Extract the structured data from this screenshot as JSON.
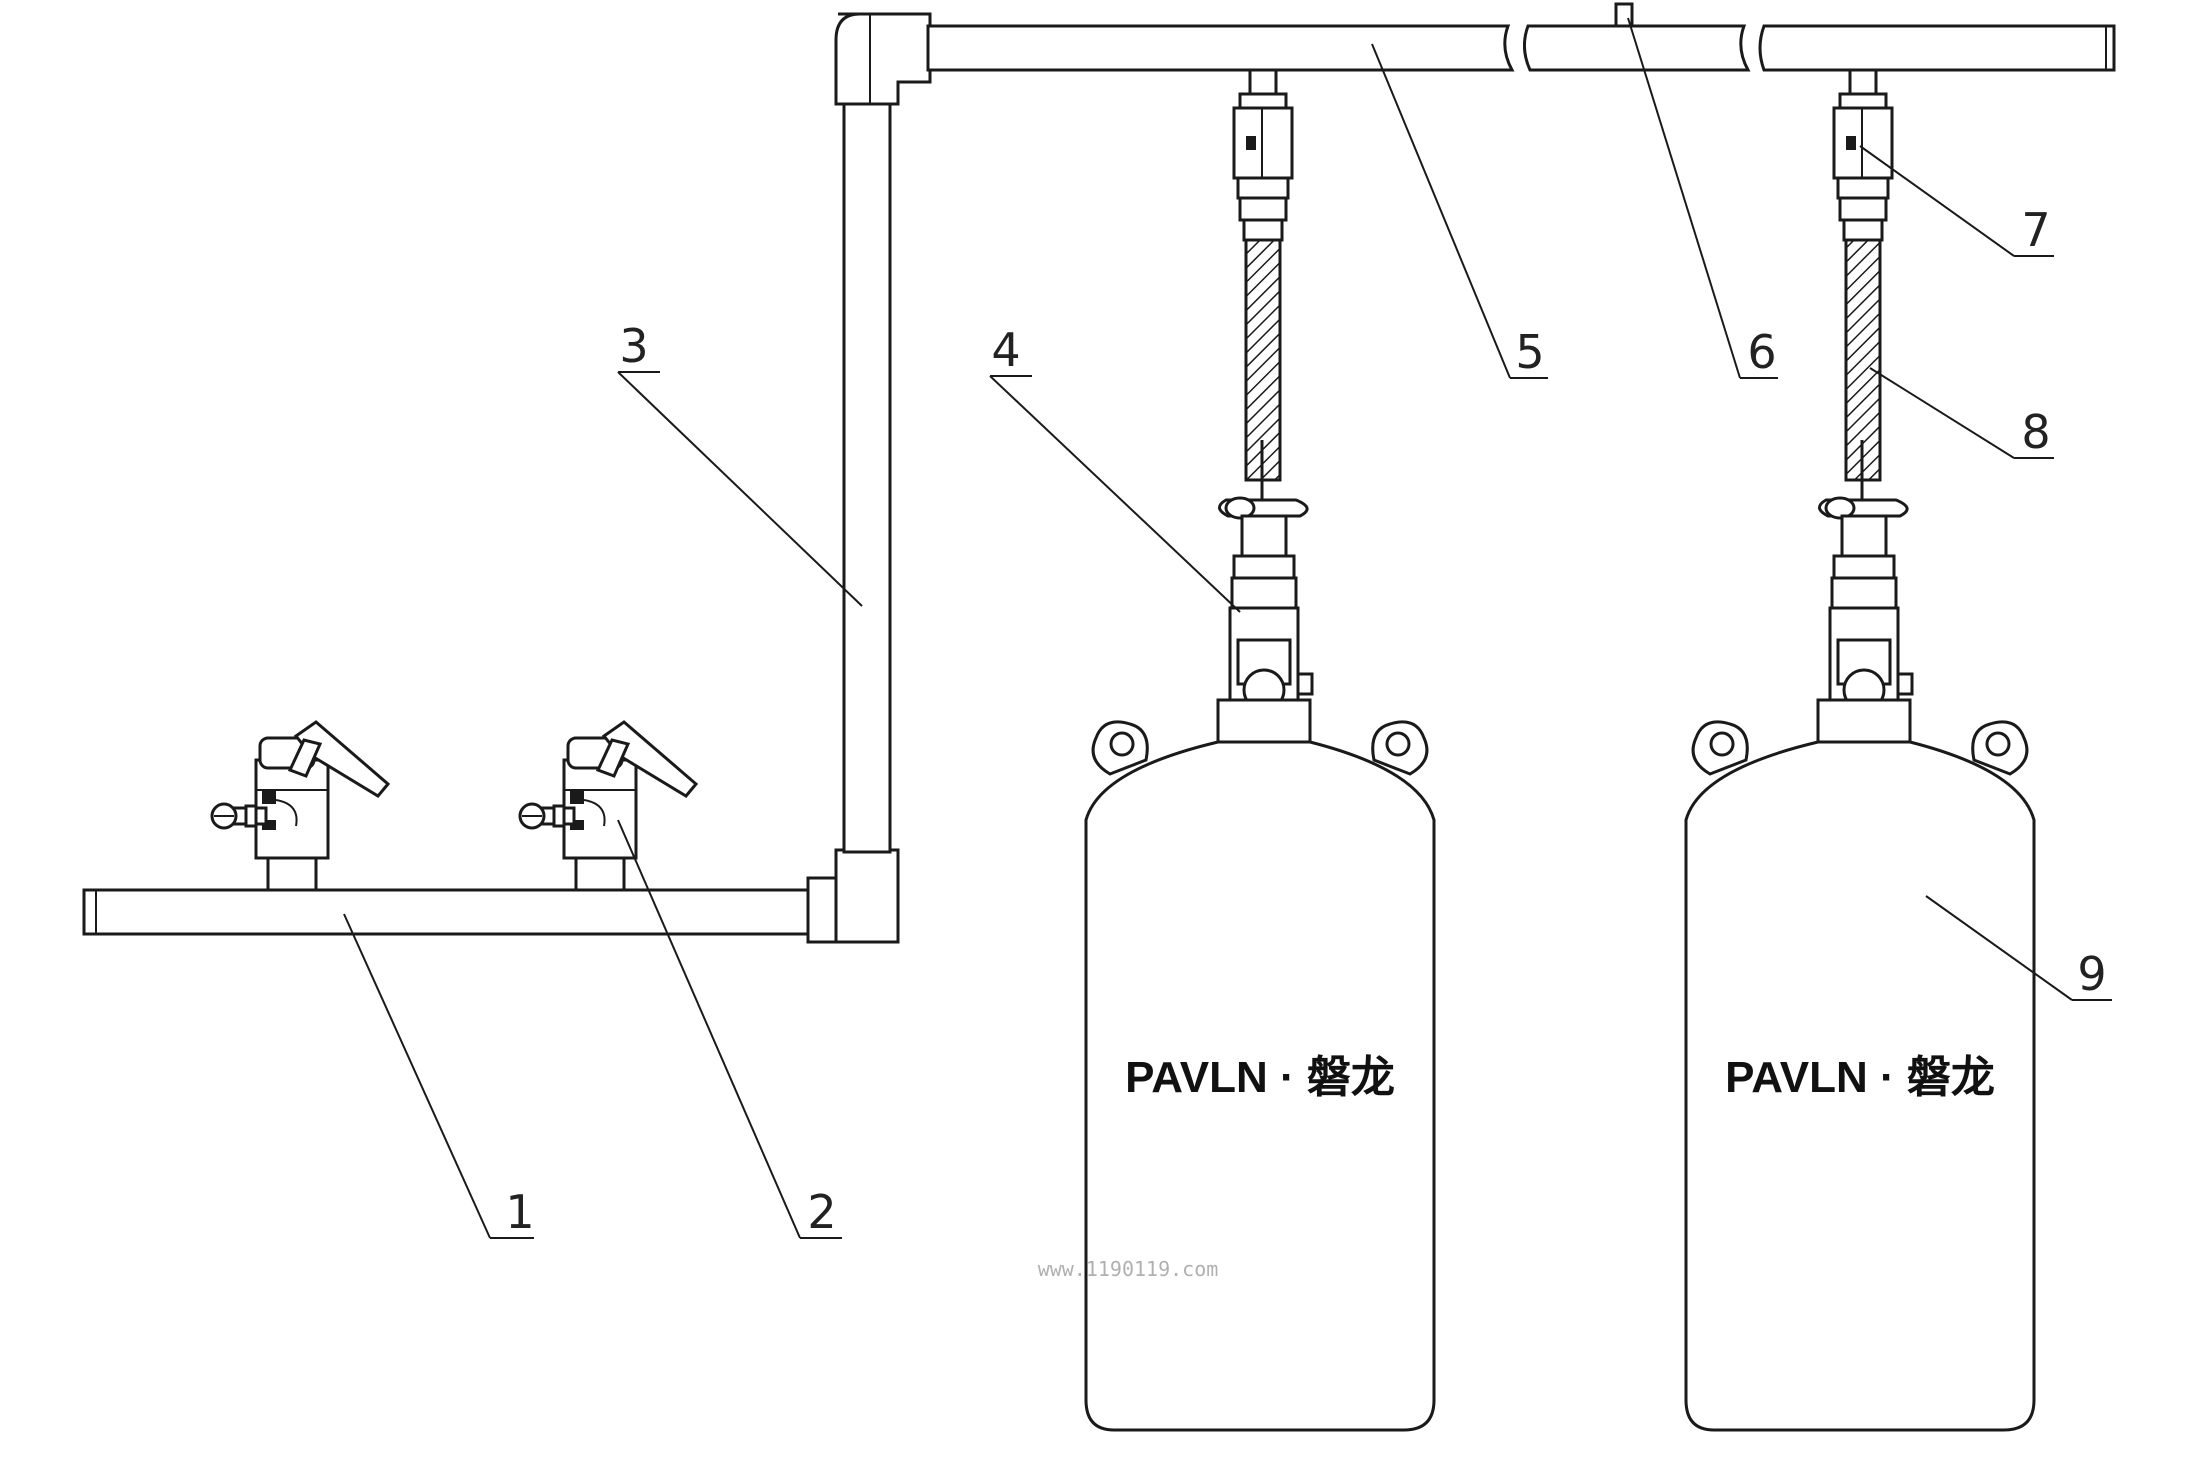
{
  "labels": {
    "l1": "1",
    "l2": "2",
    "l3": "3",
    "l4": "4",
    "l5": "5",
    "l6": "6",
    "l7": "7",
    "l8": "8",
    "l9": "9"
  },
  "cylinder_1": {
    "brand": "PAVLN · 磐龙"
  },
  "cylinder_2": {
    "brand": "PAVLN · 磐龙"
  },
  "watermark": "www.1190119.com"
}
